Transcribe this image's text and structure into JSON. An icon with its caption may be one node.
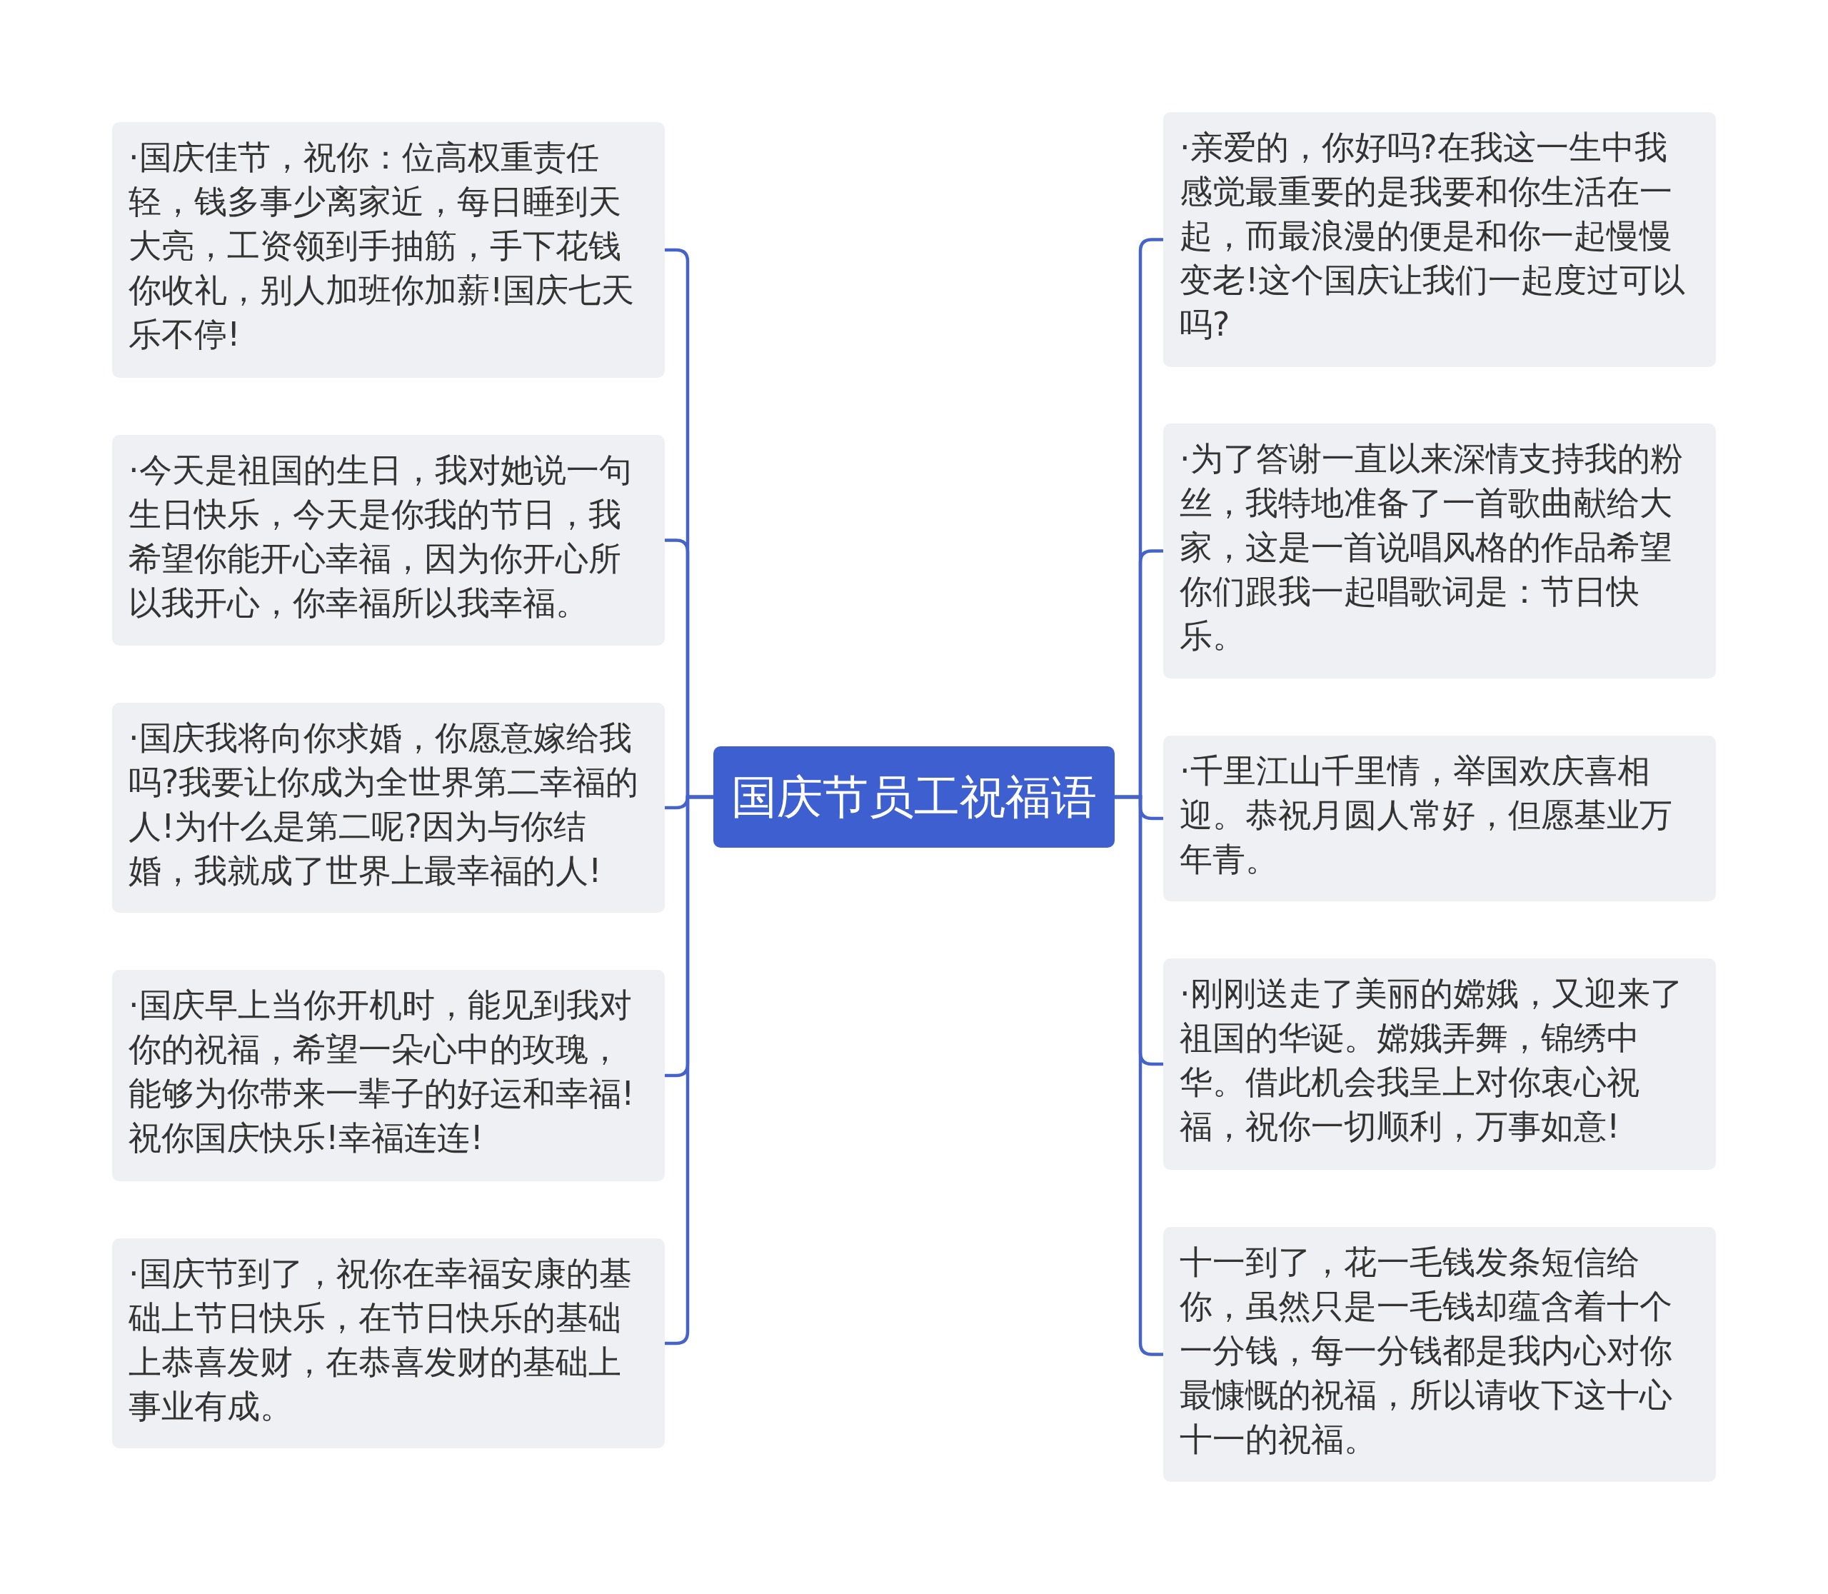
{
  "diagram": {
    "nodes": [
      {
        "text": [
          "国庆节员工祝福语"
        ]
      },
      {
        "text": [
          "·国庆佳节，祝你：位高权重责任轻，钱多事少离家近，每日睡到天大亮，工资领到手抽筋，手下花钱你收礼，别人加班你加薪!国庆七天乐不停!"
        ]
      },
      {
        "text": [
          "·今天是祖国的生日，我对她说一句生日快乐，今天是你我的节日，我希望你能开心幸福，因为你开心所以我开心，你幸福所以我幸福。"
        ]
      },
      {
        "text": [
          "·国庆我将向你求婚，你愿意嫁给我吗?我要让你成为全世界第二幸福的人!为什么是第二呢?因为与你结婚，我就成了世界上最幸福的人!"
        ]
      },
      {
        "text": [
          "·国庆早上当你开机时，能见到我对你的祝福，希望一朵心中的玫瑰，能够为你带来一辈子的好运和幸福!祝你国庆快乐!幸福连连!"
        ]
      },
      {
        "text": [
          "·国庆节到了，祝你在幸福安康的基础上节日快乐，在节日快乐的基础上恭喜发财，在恭喜发财的基础上事业有成。"
        ]
      },
      {
        "text": [
          "·亲爱的，你好吗?在我这一生中我感觉最重要的是我要和你生活在一起，而最浪漫的便是和你一起慢慢变老!这个国庆让我们一起度过可以吗?"
        ]
      },
      {
        "text": [
          "·为了答谢一直以来深情支持我的粉丝，我特地准备了一首歌曲献给大家，这是一首说唱风格的作品希望你们跟我一起唱歌词是：节日快乐。"
        ]
      },
      {
        "text": [
          "·千里江山千里情，举国欢庆喜相迎。恭祝月圆人常好，但愿基业万年青。"
        ]
      },
      {
        "text": [
          "·刚刚送走了美丽的嫦娥，又迎来了祖国的华诞。嫦娥弄舞，锦绣中华。借此机会我呈上对你衷心祝福，祝你一切顺利，万事如意!"
        ]
      },
      {
        "text": [
          "十一到了，花一毛钱发条短信给你，虽然只是一毛钱却蕴含着十个一分钱，每一分钱都是我内心对你最慷慨的祝福，所以请收下这十心十一的祝福。"
        ]
      }
    ],
    "edges": [
      {
        "from": 0,
        "to": 1,
        "arrow": "none"
      },
      {
        "from": 0,
        "to": 2,
        "arrow": "none"
      },
      {
        "from": 0,
        "to": 3,
        "arrow": "none"
      },
      {
        "from": 0,
        "to": 4,
        "arrow": "none"
      },
      {
        "from": 0,
        "to": 5,
        "arrow": "none"
      },
      {
        "from": 0,
        "to": 6,
        "arrow": "none"
      },
      {
        "from": 0,
        "to": 7,
        "arrow": "none"
      },
      {
        "from": 0,
        "to": 8,
        "arrow": "none"
      },
      {
        "from": 0,
        "to": 9,
        "arrow": "none"
      },
      {
        "from": 0,
        "to": 10,
        "arrow": "none"
      }
    ]
  }
}
